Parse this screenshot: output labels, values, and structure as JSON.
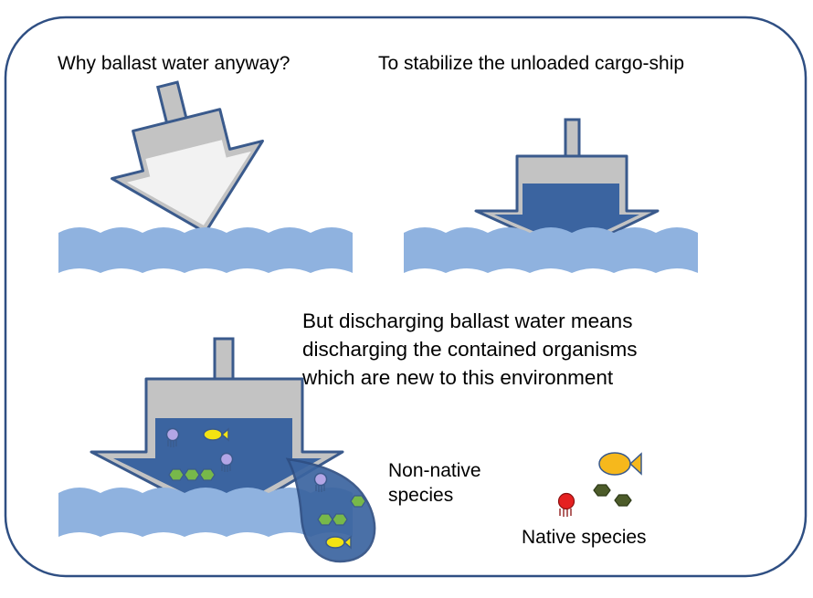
{
  "panel": {
    "question": "Why ballast water anyway?",
    "answer": "To stabilize the unloaded cargo-ship",
    "message_lines": [
      "But discharging ballast water means",
      "discharging the contained organisms",
      "which are new to this environment"
    ],
    "non_native_lines": [
      "Non-native",
      "species"
    ],
    "native_label": "Native species"
  },
  "colors": {
    "frame": "#2f4f83",
    "water": "#8fb2df",
    "hull_grey": "#c3c3c3",
    "hull_light": "#d8d8d8",
    "deck_white": "#f2f2f2",
    "ballast_blue": "#3b64a0",
    "outline": "#3a5a8c",
    "organism_green": "#77b84a",
    "native_green": "#4d5c2a",
    "fish_yellow": "#f3e312",
    "fish_orange": "#f6b81c",
    "jelly_lilac": "#b3a6e6",
    "jelly_red": "#e52020"
  },
  "icons": {
    "tilted_ship": "tilted-ship-icon",
    "stable_ship": "stable-ship-icon",
    "discharging_ship": "discharging-ship-icon",
    "jellyfish": "jellyfish-icon",
    "fish": "fish-icon",
    "hexagon": "hexagon-organism-icon"
  }
}
